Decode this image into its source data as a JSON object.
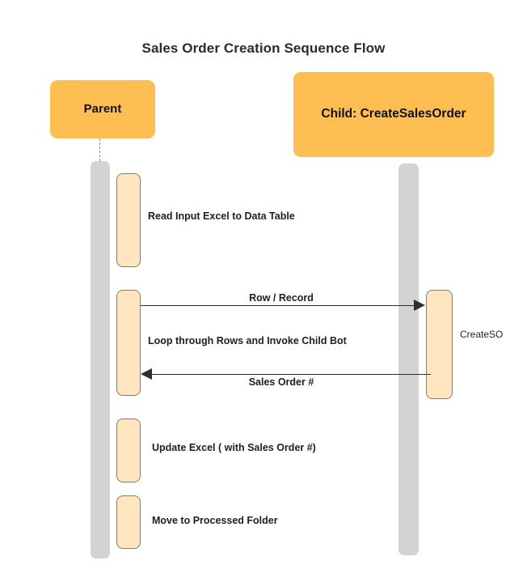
{
  "diagram": {
    "title": "Sales Order Creation Sequence Flow",
    "type": "sequence",
    "colors": {
      "participant_fill": "#FEBE52",
      "activation_fill": "#FFE5C0",
      "activation_border": "#8A7C63",
      "lifeline_fill": "#D3D3D3",
      "arrow": "#2E2E2E",
      "text": "#1F1F1F",
      "background": "#FFFFFF"
    }
  },
  "participants": [
    {
      "id": "parent",
      "label": "Parent"
    },
    {
      "id": "child",
      "label": "Child: CreateSalesOrder"
    }
  ],
  "steps": [
    {
      "id": "read",
      "label": "Read Input Excel to Data Table",
      "actor": "parent"
    },
    {
      "id": "loop",
      "label": "Loop through Rows and Invoke Child Bot",
      "actor": "parent"
    },
    {
      "id": "update",
      "label": "Update Excel ( with Sales Order #)",
      "actor": "parent"
    },
    {
      "id": "move",
      "label": "Move to Processed Folder",
      "actor": "parent"
    }
  ],
  "messages": [
    {
      "id": "request",
      "label": "Row / Record",
      "from": "parent",
      "to": "child",
      "direction": "right"
    },
    {
      "id": "response",
      "label": "Sales Order #",
      "from": "child",
      "to": "parent",
      "direction": "left"
    }
  ],
  "activations": [
    {
      "id": "createso",
      "label": "CreateSO",
      "actor": "child"
    }
  ]
}
